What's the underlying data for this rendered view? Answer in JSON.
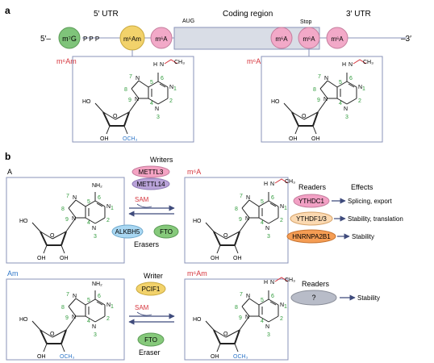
{
  "panel_a": {
    "label": "a",
    "five_utr": "5′ UTR",
    "coding_region": "Coding region",
    "three_utr": "3′ UTR",
    "aug": "AUG",
    "stop": "Stop",
    "five_prime": "5′–",
    "three_prime": "–3′",
    "cap": "m⁷G",
    "ppp": "P  P  P",
    "m6am_node": "m⁶Am",
    "m6a_node": "m⁶A",
    "left_struct_label": "m⁶Am",
    "right_struct_label": "m⁶A"
  },
  "panel_b": {
    "label": "b",
    "row1": {
      "left_title": "A",
      "right_title": "m⁶A",
      "writers_title": "Writers",
      "writers": [
        "METTL3",
        "METTL14"
      ],
      "donor": "SAM",
      "erasers": [
        "ALKBH5",
        "FTO"
      ],
      "erasers_title": "Erasers",
      "readers_title": "Readers",
      "effects_title": "Effects",
      "readers": [
        {
          "name": "YTHDC1",
          "effect": "Splicing, export"
        },
        {
          "name": "YTHDF1/3",
          "effect": "Stability, translation"
        },
        {
          "name": "HNRNPA2B1",
          "effect": "Stability"
        }
      ]
    },
    "row2": {
      "left_title": "Am",
      "right_title": "m⁶Am",
      "writer_title": "Writer",
      "writer": "PCIF1",
      "donor": "SAM",
      "eraser": "FTO",
      "eraser_title": "Eraser",
      "readers_title": "Readers",
      "reader": "?",
      "effect": "Stability"
    }
  },
  "chem": {
    "nh2": "NH₂",
    "nh": "N",
    "h": "H",
    "n": "N",
    "ho": "HO",
    "oh": "OH",
    "och3": "OCH₃",
    "o": "O",
    "ch3": "CH₃",
    "nums": [
      "1",
      "2",
      "3",
      "4",
      "5",
      "6",
      "7",
      "8",
      "9"
    ]
  },
  "colors": {
    "m7g": "#7fc47a",
    "m6am": "#f2d26b",
    "m6a": "#f2a9c8",
    "coding": "#d9dde6",
    "mettl3": "#f4a3c3",
    "mettl14": "#b9a3d9",
    "alkbh5": "#a9d7f2",
    "fto": "#86c97b",
    "pcif1": "#f2d26b",
    "ythdc1": "#f2a0c4",
    "ythdf": "#fbd9b1",
    "hnrnp": "#f59d54",
    "unknown": "#b8bcc8",
    "struct_border": "#8a93b8",
    "numbers": "#2f9a3b",
    "red": "#d6343c",
    "blue": "#2f77c9",
    "arrow": "#3f4b7c"
  }
}
